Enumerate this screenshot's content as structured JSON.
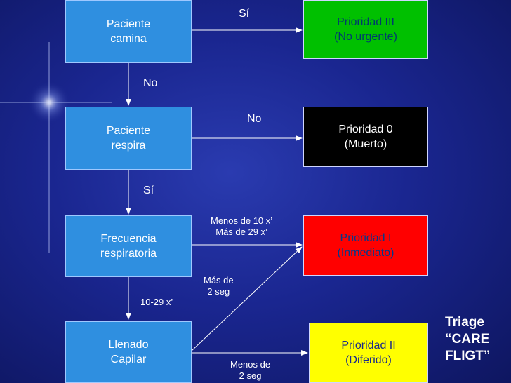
{
  "nodes": {
    "walks": "Paciente\ncamina",
    "breathes": "Paciente\nrespira",
    "resp_rate": "Frecuencia\nrespiratoria",
    "cap_refill": "Llenado\nCapilar"
  },
  "outcomes": {
    "p3": "Prioridad III\n(No urgente)",
    "p0": "Prioridad 0\n(Muerto)",
    "p1": "Prioridad I\n(Inmediato)",
    "p2": "Prioridad II\n(Diferido)"
  },
  "edges": {
    "walks_yes": "Sí",
    "walks_no": "No",
    "breathes_no": "No",
    "breathes_yes": "Sí",
    "rate_abnormal": "Menos de 10 x’\nMás de 29 x’",
    "rate_normal": "10-29 x’",
    "refill_slow": "Más de\n2 seg",
    "refill_fast": "Menos de\n2 seg"
  },
  "title": "Triage\n“CARE\nFLIGT”",
  "colors": {
    "background": "#1a2690",
    "node": "#2f8fe0",
    "p3": "#00c000",
    "p0": "#000000",
    "p1": "#ff0000",
    "p2": "#ffff00"
  }
}
